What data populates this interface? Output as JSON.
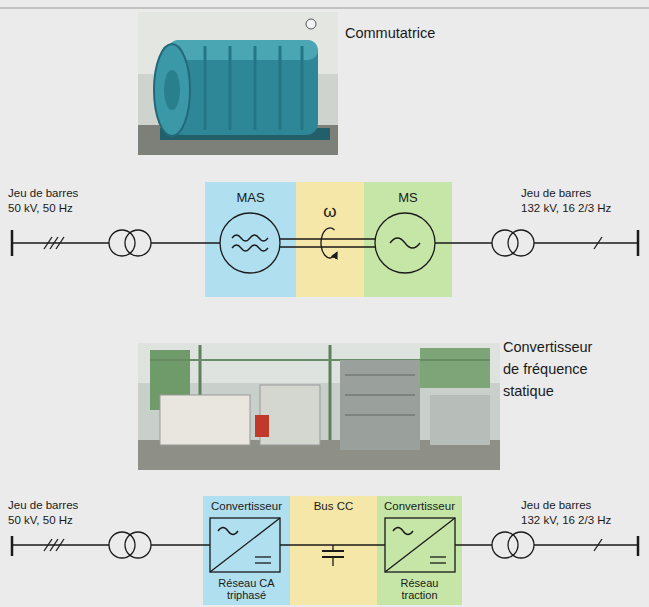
{
  "diagram": {
    "nodes": [
      {
        "text": [
          "MAS"
        ]
      },
      {
        "text": [
          "ω"
        ]
      },
      {
        "text": [
          "MS"
        ]
      },
      {
        "text": [
          "Convertisseur",
          "Réseau CA triphasé"
        ]
      },
      {
        "text": [
          "Bus CC"
        ]
      },
      {
        "text": [
          "Convertisseur",
          "Réseau traction"
        ]
      }
    ],
    "labels": [
      "Commutatrice",
      "Jeu de barres 50 kV, 50 Hz",
      "Jeu de barres 132 kV, 16 2/3 Hz",
      "Convertisseur de fréquence statique",
      "Jeu de barres 50 kV, 50 Hz",
      "Jeu de barres 132 kV, 16 2/3 Hz"
    ]
  }
}
